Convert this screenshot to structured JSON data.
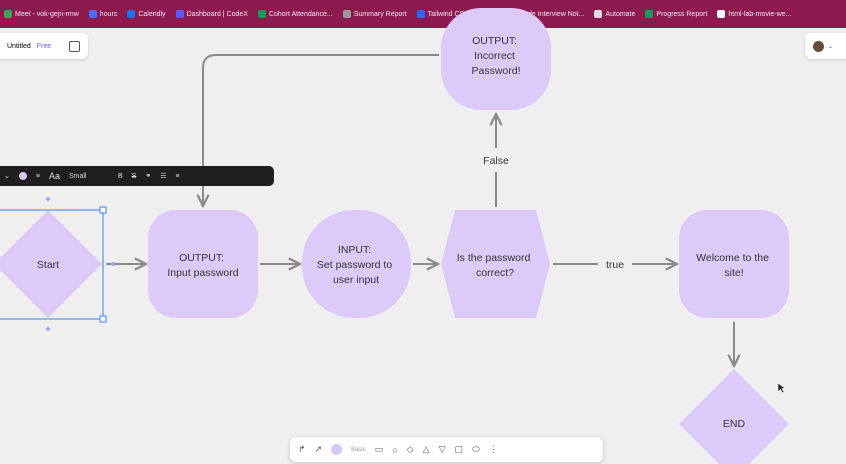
{
  "bookmarks": [
    {
      "label": "Meet - vok-gejn-rmw",
      "color": "#34a853"
    },
    {
      "label": "hours",
      "color": "#4a6cff"
    },
    {
      "label": "Calendly",
      "color": "#1a73e8"
    },
    {
      "label": "Dashboard | CodeX",
      "color": "#5a5aff"
    },
    {
      "label": "Cohort Attendance...",
      "color": "#0f9d58"
    },
    {
      "label": "Summary Report",
      "color": "#999999"
    },
    {
      "label": "Tailwind CSS Accord...",
      "color": "#2b66ff"
    },
    {
      "label": "Code Interview Not...",
      "color": "#3b82f6"
    },
    {
      "label": "Automate",
      "color": "#dddddd"
    },
    {
      "label": "Progress Report",
      "color": "#0f9d58"
    },
    {
      "label": "html-lab-movie-we...",
      "color": "#ffffff"
    }
  ],
  "file": {
    "name": "Untitled",
    "plan": "Free"
  },
  "toolbar": {
    "font_label": "Aa",
    "size_label": "Small",
    "bold": "B",
    "strike": "S"
  },
  "bottombar": {
    "style_label": "Basic"
  },
  "colors": {
    "node_fill": "#dccaf9",
    "connector": "#8a8a8a",
    "selection": "#3b82f6"
  },
  "nodes": {
    "start": "Start",
    "output_prompt": [
      "OUTPUT:",
      "Input password"
    ],
    "input_set": [
      "INPUT:",
      "Set password to",
      "user input"
    ],
    "decision": [
      "Is the password",
      "correct?"
    ],
    "welcome": [
      "Welcome to the",
      "site!"
    ],
    "incorrect": [
      "OUTPUT:",
      "Incorrect",
      "Password!"
    ],
    "end": "END"
  },
  "edge_labels": {
    "true": "true",
    "false": "False"
  }
}
